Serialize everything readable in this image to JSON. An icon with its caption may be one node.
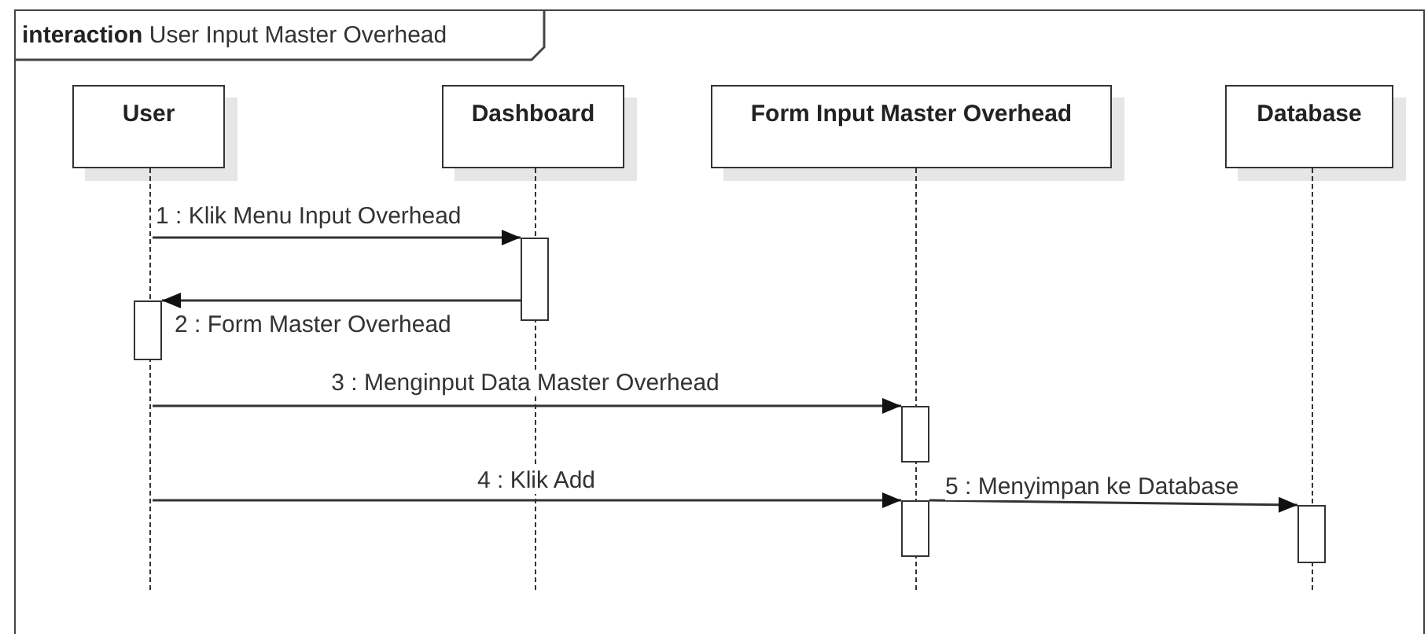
{
  "diagram": {
    "nodes": [
      {
        "text": [
          "**interaction** User Input Master Overhead"
        ]
      },
      {
        "text": [
          "User"
        ],
        "in": 0
      },
      {
        "text": [
          "Dashboard"
        ],
        "in": 0
      },
      {
        "text": [
          "Form Input Master Overhead"
        ],
        "in": 0
      },
      {
        "text": [
          "Database"
        ],
        "in": 0
      },
      {
        "text": [],
        "shape": "line",
        "in": 0
      },
      {
        "text": [],
        "shape": "line",
        "in": 0
      },
      {
        "text": [],
        "shape": "line",
        "in": 0
      },
      {
        "text": [],
        "shape": "line",
        "in": 0
      },
      {
        "text": [],
        "shape": "bar",
        "in": 0
      },
      {
        "text": [],
        "shape": "bar",
        "in": 0
      },
      {
        "text": [],
        "shape": "bar",
        "in": 0
      },
      {
        "text": [],
        "shape": "bar",
        "in": 0
      },
      {
        "text": [],
        "shape": "bar",
        "in": 0
      }
    ],
    "edges": [
      {
        "from": 5,
        "to": 9,
        "arrow": "to",
        "label": "1 : Klik Menu Input Overhead"
      },
      {
        "from": 9,
        "to": 10,
        "arrow": "to",
        "label": "2 : Form Master Overhead"
      },
      {
        "from": 5,
        "to": 11,
        "arrow": "to",
        "label": "3 : Menginput Data Master Overhead"
      },
      {
        "from": 5,
        "to": 12,
        "arrow": "to",
        "label": "4 : Klik Add"
      },
      {
        "from": 12,
        "to": 13,
        "arrow": "to",
        "label": "5 : Menyimpan ke Database"
      }
    ]
  }
}
